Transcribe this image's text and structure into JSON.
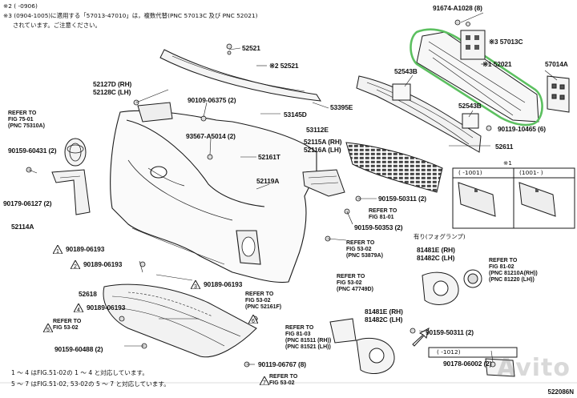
{
  "notes": {
    "line1": "※2 (     -0906)",
    "line2": "※3 (0904-1005)に適用する「57013-47010」は，複数代替(PNC 57013C 及び PNC 52021)",
    "line3": "されています。ご注意ください。"
  },
  "labels": {
    "p91674": "91674-A1028 (8)",
    "p57013C": "※3 57013C",
    "p52021": "※1 52021",
    "p57014A": "57014A",
    "p52521a": "52521",
    "p52521b": "※2 52521",
    "p52127": "52127D (RH)",
    "p52128": "52128C (LH)",
    "p90109": "90109-06375 (2)",
    "p53395": "53395E",
    "p53145": "53145D",
    "p52543a": "52543B",
    "p52543b": "52543B",
    "p90119a": "90119-10465 (6)",
    "p52611": "52611",
    "p53112": "53112E",
    "p52115": "52115A (RH)",
    "p52116": "52116A (LH)",
    "p93567": "93567-A5014 (2)",
    "p52161": "52161T",
    "p90159a": "90159-60431 (2)",
    "p90179": "90179-06127 (2)",
    "p52114": "52114A",
    "p52119": "52119A",
    "p90159b": "90159-50311 (2)",
    "p90159c": "90159-50353 (2)",
    "p90159d": "90159-50311 (2)",
    "p90189a": "90189-06193",
    "p90189b": "90189-06193",
    "p90189c": "90189-06193",
    "p90189d": "90189-06193",
    "p52618": "52618",
    "p90159e": "90159-60488 (2)",
    "p90119b": "90119-06767 (8)",
    "p90178": "90178-06002 (2)",
    "p81481a": "81481E (RH)",
    "p81482a": "81482C (LH)",
    "p81481b": "81481E (RH)",
    "p81482b": "81482C (LH)",
    "fog": "有り(フォグランプ)",
    "star1": "※1",
    "inset_a": "(     -1001)",
    "inset_b": "(1001-     )",
    "inset_c": "(     -1012)"
  },
  "refs": {
    "r1": "REFER TO\nFIG 75-01\n(PNC 75310A)",
    "r2": "REFER TO\nFIG 81-01",
    "r3": "REFER TO\nFIG 53-02\n(PNC 53879A)",
    "r4": "REFER TO\nFIG 53-02\n(PNC 47749D)",
    "r5": "REFER TO\nFIG 53-02\n(PNC 52161F)",
    "r6": "REFER TO\nFIG 53-02",
    "r7": "REFER TO\nFIG 81-03\n(PNC 81511 (RH))\n(PNC 81521 (LH))",
    "r8": "REFER TO\nFIG 81-02\n(PNC 81210A(RH))\n(PNC 81220 (LH))",
    "r9": "REFER TO\nFIG 53-02"
  },
  "tri_nums": {
    "t1": "1",
    "t2": "2",
    "t3": "3",
    "t4": "4",
    "t5": "5",
    "t6": "6",
    "t7": "7"
  },
  "legend": {
    "l1": "1 ～ 4 はFIG.51-02の 1 ～ 4 と対応しています。",
    "l2": "5 ～ 7 はFIG.51-02, 53-02の 5 ～ 7 と対応しています。"
  },
  "watermark": "Avito",
  "figure_id": "522086N",
  "colors": {
    "highlight": "#5cc060",
    "ink": "#1a1a1a",
    "part_fill": "#f4f4f4"
  }
}
